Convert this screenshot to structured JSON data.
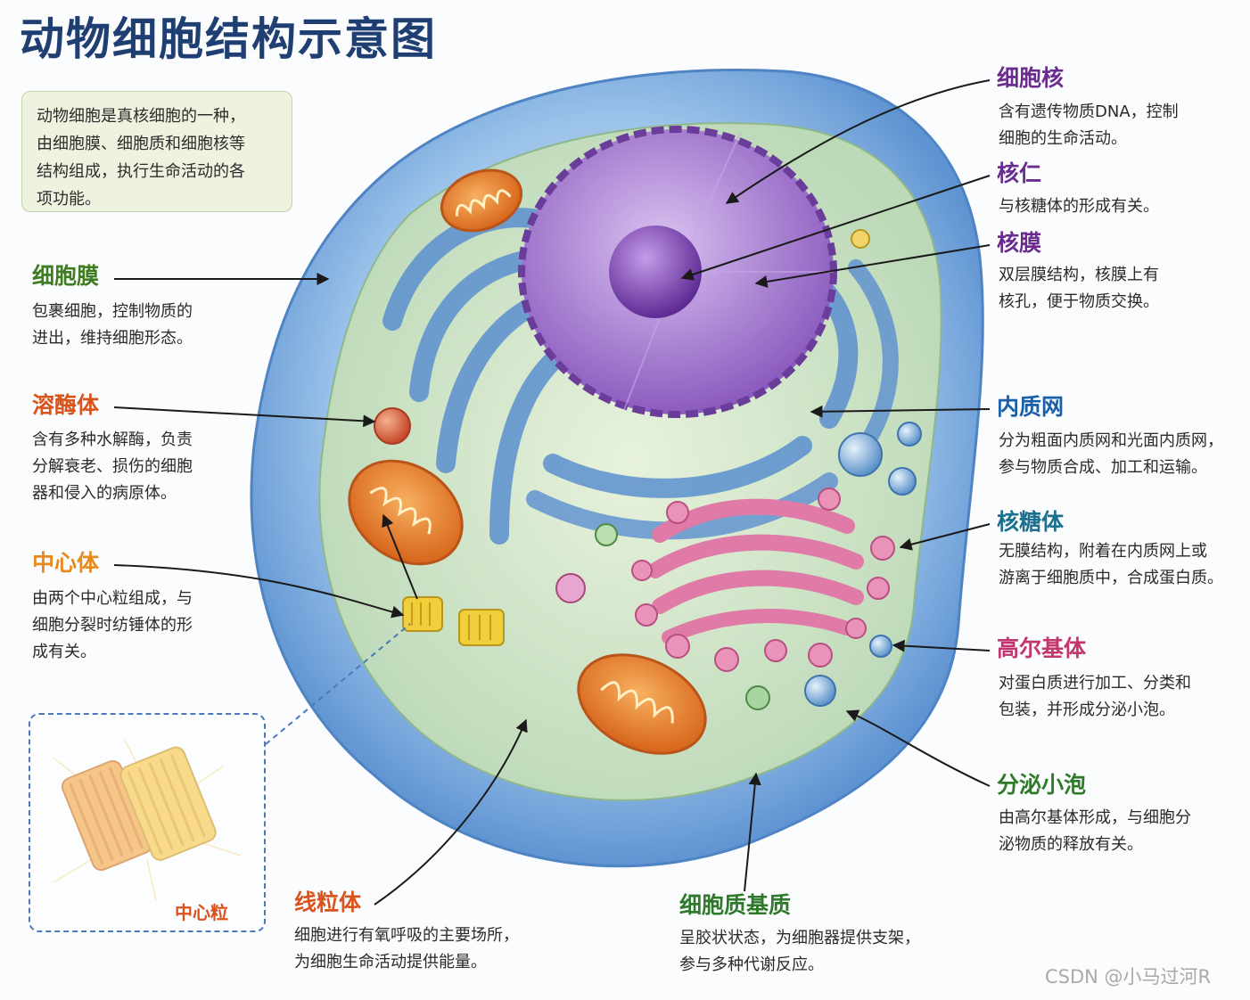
{
  "title": "动物细胞结构示意图",
  "intro": {
    "lines": [
      "动物细胞是真核细胞的一种，",
      "由细胞膜、细胞质和细胞核等",
      "结构组成，执行生命活动的各",
      "项功能。"
    ]
  },
  "left_labels": {
    "membrane": {
      "name": "细胞膜",
      "lines": [
        "包裹细胞，控制物质的",
        "进出，维持细胞形态。"
      ]
    },
    "lysosome": {
      "name": "溶酶体",
      "lines": [
        "含有多种水解酶，负责",
        "分解衰老、损伤的细胞",
        "器和侵入的病原体。"
      ]
    },
    "centrosome": {
      "name": "中心体",
      "lines": [
        "由两个中心粒组成，与",
        "细胞分裂时纺锤体的形",
        "成有关。"
      ]
    }
  },
  "right_labels": {
    "nucleus": {
      "name": "细胞核",
      "lines": [
        "含有遗传物质DNA，控制",
        "细胞的生命活动。"
      ]
    },
    "nucleolus": {
      "name": "核仁",
      "lines": [
        "与核糖体的形成有关。"
      ]
    },
    "nuclear_envelope": {
      "name": "核膜",
      "lines": [
        "双层膜结构，核膜上有",
        "核孔，便于物质交换。"
      ]
    },
    "er": {
      "name": "内质网",
      "lines": [
        "分为粗面内质网和光面内质网，",
        "参与物质合成、加工和运输。"
      ]
    },
    "ribosome": {
      "name": "核糖体",
      "lines": [
        "无膜结构，附着在内质网上或",
        "游离于细胞质中，合成蛋白质。"
      ]
    },
    "golgi": {
      "name": "高尔基体",
      "lines": [
        "对蛋白质进行加工、分类和",
        "包装，并形成分泌小泡。"
      ]
    },
    "vesicle": {
      "name": "分泌小泡",
      "lines": [
        "由高尔基体形成，与细胞分",
        "泌物质的释放有关。"
      ]
    }
  },
  "bottom_labels": {
    "mitochondria": {
      "name": "线粒体",
      "lines": [
        "细胞进行有氧呼吸的主要场所，",
        "为细胞生命活动提供能量。"
      ]
    },
    "cytoplasm": {
      "name": "细胞质基质",
      "lines": [
        "呈胶状状态，为细胞器提供支架，",
        "参与多种代谢反应。"
      ]
    }
  },
  "inset": {
    "label": "中心粒"
  },
  "watermark": "CSDN @小马过河R",
  "colors": {
    "title": "#1f3f73",
    "membrane": "#7fb0e0",
    "cytoplasm": "#cfe3c2",
    "nucleus": "#9b6cc9",
    "er": "#5b8fcf",
    "golgi": "#e07aa6",
    "mitochondria": "#e9852a",
    "centrosome": "#e9c12e"
  }
}
